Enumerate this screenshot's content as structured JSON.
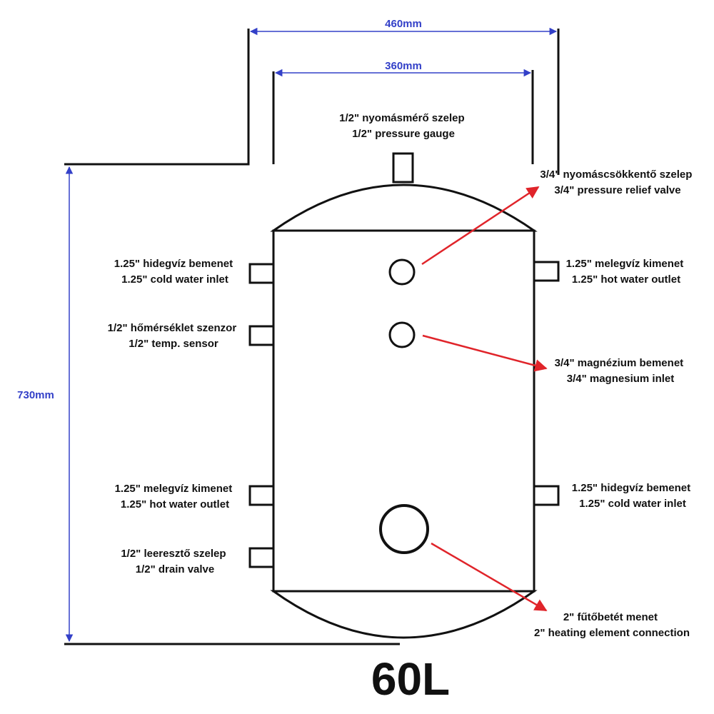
{
  "colors": {
    "dimension": "#3340c8",
    "callout": "#e0242a",
    "outline": "#111111",
    "background": "#ffffff"
  },
  "dimensions": {
    "outer_width": "460mm",
    "inner_width": "360mm",
    "height": "730mm"
  },
  "capacity": "60L",
  "labels": {
    "pressure_gauge": {
      "hu": "1/2\" nyomásmérő szelep",
      "en": "1/2\" pressure gauge"
    },
    "relief_valve": {
      "hu": "3/4\" nyomáscsökkentő szelep",
      "en": "3/4\" pressure relief valve"
    },
    "cold_inlet_left": {
      "hu": "1.25\" hidegvíz bemenet",
      "en": "1.25\" cold water inlet"
    },
    "hot_outlet_right": {
      "hu": "1.25\" melegvíz kimenet",
      "en": "1.25\" hot water outlet"
    },
    "temp_sensor": {
      "hu": "1/2\" hőmérséklet szenzor",
      "en": "1/2\" temp. sensor"
    },
    "magnesium_inlet": {
      "hu": "3/4\" magnézium bemenet",
      "en": "3/4\" magnesium inlet"
    },
    "hot_outlet_left": {
      "hu": "1.25\" melegvíz kimenet",
      "en": "1.25\" hot water outlet"
    },
    "cold_inlet_right": {
      "hu": "1.25\" hidegvíz bemenet",
      "en": "1.25\" cold water inlet"
    },
    "drain_valve": {
      "hu": "1/2\" leeresztő szelep",
      "en": "1/2\" drain valve"
    },
    "heating_element": {
      "hu": "2\" fűtőbetét menet",
      "en": "2\" heating element connection"
    }
  }
}
